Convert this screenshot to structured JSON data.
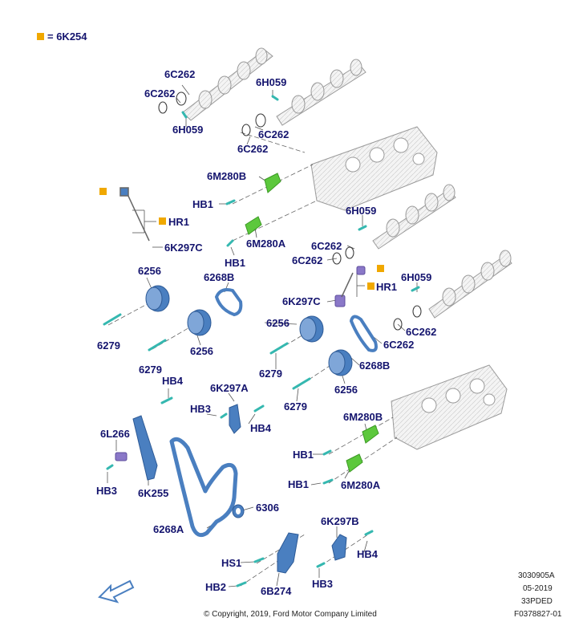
{
  "legend": {
    "symbol_label": "= 6K254",
    "symbol_color": "#f0a800"
  },
  "colors": {
    "label": "#14146e",
    "part_blue": "#4a7fc0",
    "bolt_teal": "#35b8b0",
    "green": "#5cc83c",
    "purple": "#8a78c8",
    "gray_line": "#8c8c8c"
  },
  "labels": {
    "l01": "6C262",
    "l02": "6C262",
    "l03": "6H059",
    "l04": "6H059",
    "l05": "6C262",
    "l06": "6C262",
    "l07": "6M280B",
    "l08": "HB1",
    "l09": "HR1",
    "l10": "6K297C",
    "l11": "6M280A",
    "l12": "HB1",
    "l13": "6H059",
    "l14": "6C262",
    "l15": "6C262",
    "l16": "HR1",
    "l17": "6H059",
    "l18": "6256",
    "l19": "6268B",
    "l20": "6K297C",
    "l21": "6C262",
    "l22": "6C262",
    "l23": "6279",
    "l24": "6256",
    "l25": "6256",
    "l26": "6279",
    "l27": "6279",
    "l28": "6268B",
    "l29": "6256",
    "l30": "HB4",
    "l31": "6K297A",
    "l32": "HB3",
    "l33": "HB4",
    "l34": "6279",
    "l35": "6M280B",
    "l36": "6L266",
    "l37": "HB1",
    "l38": "HB3",
    "l39": "6K255",
    "l40": "HB1",
    "l41": "6M280A",
    "l42": "6306",
    "l43": "6268A",
    "l44": "6K297B",
    "l45": "HB4",
    "l46": "HS1",
    "l47": "HB2",
    "l48": "6B274",
    "l49": "HB3"
  },
  "info_block": {
    "line1": "3030905A",
    "line2": "05-2019",
    "line3": "33PDED",
    "line4": "F0378827-01"
  },
  "copyright": "© Copyright, 2019, Ford Motor Company Limited"
}
